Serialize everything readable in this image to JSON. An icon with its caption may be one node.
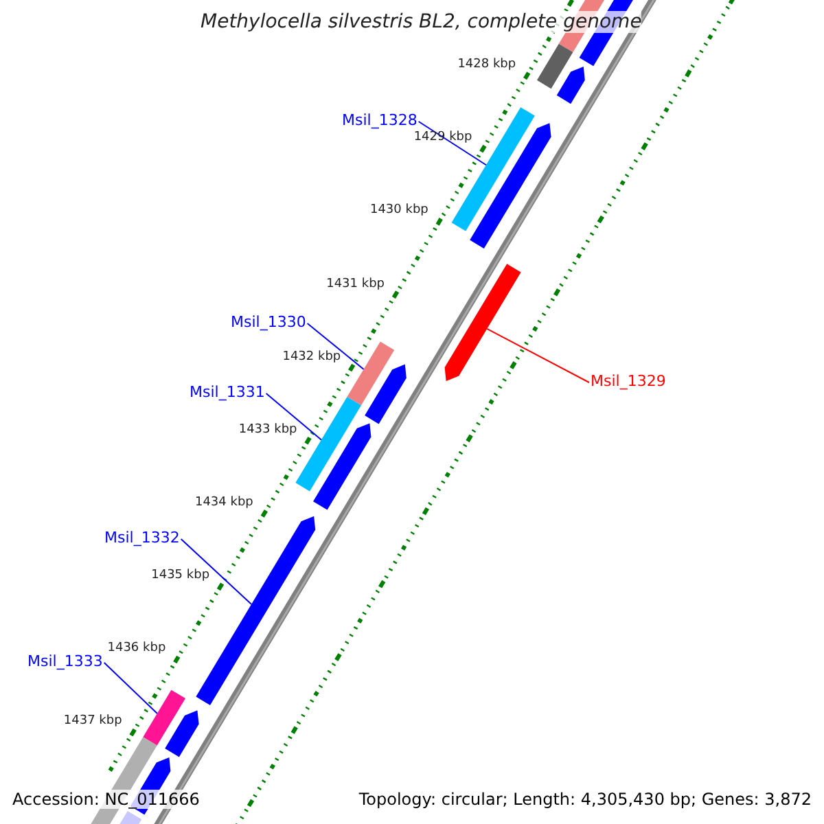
{
  "diagram": {
    "title": "Methylocella silvestris BL2, complete genome",
    "nodes": [
      {
        "text": [
          "Msil_1328"
        ]
      },
      {
        "text": [],
        "shape": "bar"
      },
      {
        "text": [
          "Msil_1330"
        ]
      },
      {
        "text": [],
        "shape": "bar"
      },
      {
        "text": [
          "Msil_1329"
        ]
      },
      {
        "text": [],
        "shape": "arrow"
      },
      {
        "text": [
          "Msil_1331"
        ]
      },
      {
        "text": [],
        "shape": "bar"
      },
      {
        "text": [
          "Msil_1332"
        ]
      },
      {
        "text": [],
        "shape": "arrow"
      },
      {
        "text": [
          "Msil_1333"
        ]
      },
      {
        "text": [],
        "shape": "bar"
      }
    ],
    "edges": [
      {
        "from": 0,
        "to": 1,
        "arrow": "none"
      },
      {
        "from": 2,
        "to": 3,
        "arrow": "none"
      },
      {
        "from": 4,
        "to": 5,
        "arrow": "none",
        "color": "#ff0000"
      },
      {
        "from": 6,
        "to": 7,
        "arrow": "none"
      },
      {
        "from": 8,
        "to": 9,
        "arrow": "none"
      },
      {
        "from": 10,
        "to": 11,
        "arrow": "none"
      }
    ],
    "labels": [
      "1428 kbp",
      "1429 kbp",
      "1430 kbp",
      "1431 kbp",
      "1432 kbp",
      "1433 kbp",
      "1434 kbp",
      "1435 kbp",
      "1436 kbp",
      "1437 kbp",
      "Accession: NC_011666",
      "Topology: circular; Length: 4,305,430 bp; Genes: 3,872"
    ]
  }
}
